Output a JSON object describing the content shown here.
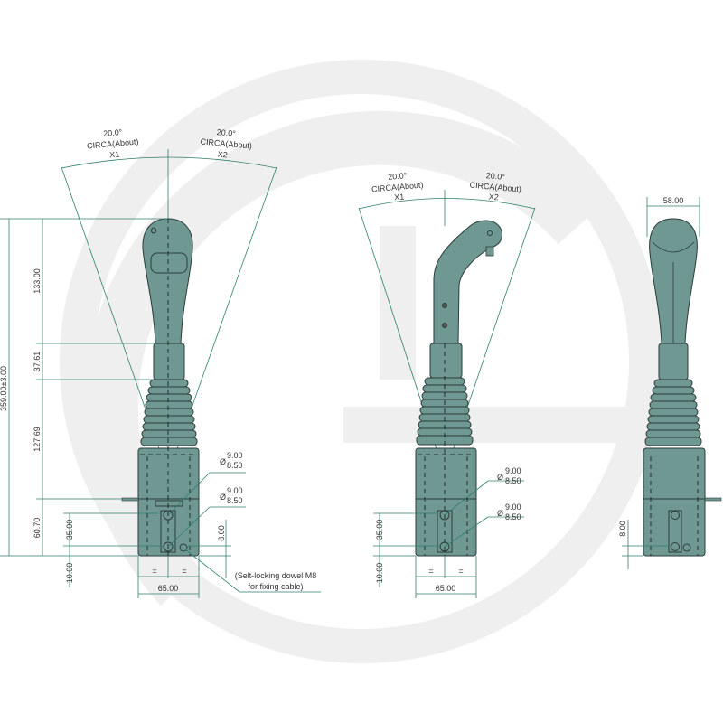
{
  "colors": {
    "body": "#6f9893",
    "dimension_lines": "#2f7f6c",
    "watermark": "#efefef"
  },
  "watermark": {
    "shape": "circular G logo"
  },
  "views": {
    "left": {
      "angle_x1": {
        "value": "20.0°",
        "note": "CIRCA(About)",
        "axis": "X1"
      },
      "angle_x2": {
        "value": "20.0°",
        "note": "CIRCA(About)",
        "axis": "X2"
      },
      "overall_height": "359.00±3.00",
      "handle_height": "133.00",
      "collar_height": "37.61",
      "bellows_height": "127.69",
      "base_height": "60.70",
      "hole_spacing": "35.00",
      "bottom_offset": "10.00",
      "side_offset": "8.00",
      "hole1": {
        "symbol": "Ø",
        "max": "9.00",
        "min": "8.50"
      },
      "hole2": {
        "symbol": "Ø",
        "max": "9.00",
        "min": "8.50"
      },
      "equal_mark": "=",
      "base_width": "65.00",
      "dowel_note_line1": "(Selt-locking dowel M8",
      "dowel_note_line2": "for fixing cable)"
    },
    "middle": {
      "angle_x1": {
        "value": "20.0°",
        "note": "CIRCA(About)",
        "axis": "X1"
      },
      "angle_x2": {
        "value": "20.0°",
        "note": "CIRCA(About)",
        "axis": "X2"
      },
      "hole_spacing": "35.00",
      "bottom_offset": "10.00",
      "hole1": {
        "symbol": "Ø",
        "max": "9.00",
        "min": "8.50"
      },
      "hole2": {
        "symbol": "Ø",
        "max": "9.00",
        "min": "8.50"
      },
      "equal_mark": "=",
      "base_width": "65.00"
    },
    "right": {
      "knob_width": "58.00",
      "side_offset": "8.00"
    }
  }
}
